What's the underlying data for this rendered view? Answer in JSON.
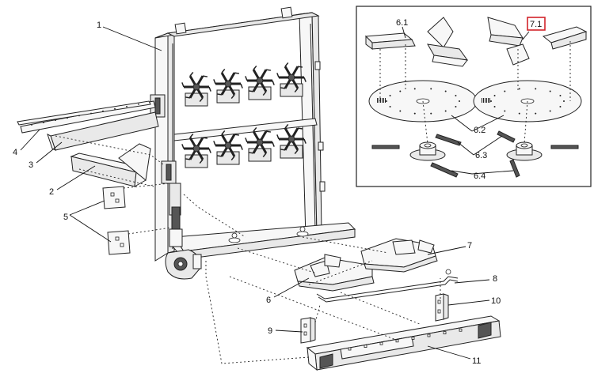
{
  "diagram": {
    "callouts": {
      "c1": "1",
      "c2": "2",
      "c3": "3",
      "c4": "4",
      "c5": "5",
      "c6": "6",
      "c7": "7",
      "c8": "8",
      "c9": "9",
      "c10": "10",
      "c11": "11"
    },
    "inset": {
      "c6_1": "6.1",
      "c7_1": "7.1",
      "c6_2": "6.2",
      "c6_3": "6.3",
      "c6_4": "6.4",
      "highlight_color": "#d2232a"
    }
  }
}
